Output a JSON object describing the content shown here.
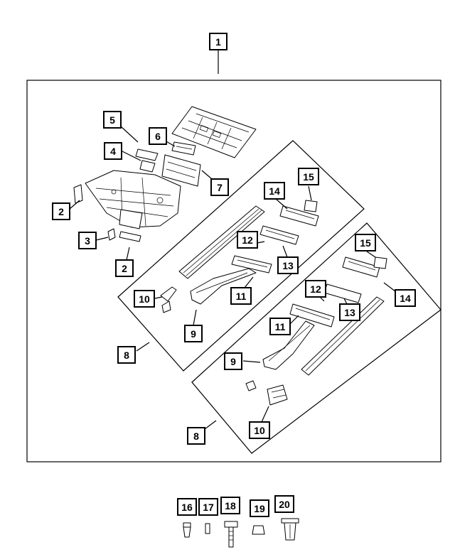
{
  "colors": {
    "ink": "#000000",
    "paper": "#ffffff"
  },
  "callouts": {
    "c1": "1",
    "c2a": "2",
    "c2b": "2",
    "c3": "3",
    "c4": "4",
    "c5": "5",
    "c6": "6",
    "c7": "7",
    "c8a": "8",
    "c8b": "8",
    "c9a": "9",
    "c9b": "9",
    "c10a": "10",
    "c10b": "10",
    "c11a": "11",
    "c11b": "11",
    "c12a": "12",
    "c12b": "12",
    "c13a": "13",
    "c13b": "13",
    "c14a": "14",
    "c14b": "14",
    "c15a": "15",
    "c15b": "15",
    "c16": "16",
    "c17": "17",
    "c18": "18",
    "c19": "19",
    "c20": "20"
  }
}
